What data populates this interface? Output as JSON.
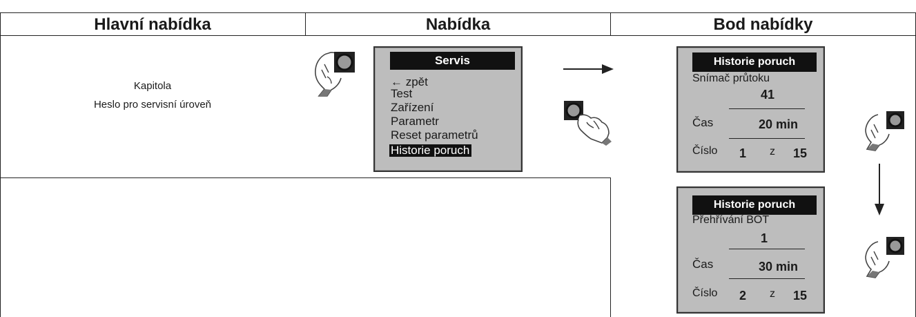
{
  "header": {
    "col1": "Hlavní nabídka",
    "col2": "Nabídka",
    "col3": "Bod nabídky"
  },
  "main_menu": {
    "line1": "Kapitola",
    "line2": "Heslo pro servisní úroveň"
  },
  "menu_display": {
    "title": "Servis",
    "items": [
      "← zpět",
      "Test",
      "Zařízení",
      "Parametr",
      "Reset parametrů",
      "Historie poruch"
    ],
    "selected_index": 5
  },
  "fault_displays": [
    {
      "title": "Historie poruch",
      "name": "Snímač průtoku",
      "code": "41",
      "time_label": "Čas",
      "time_value": "20 min",
      "number_label": "Číslo",
      "number_value": "1",
      "of_label": "z",
      "total": "15"
    },
    {
      "title": "Historie poruch",
      "name": "Přehřívání BOT",
      "code": "1",
      "time_label": "Čas",
      "time_value": "30 min",
      "number_label": "Číslo",
      "number_value": "2",
      "of_label": "z",
      "total": "15"
    }
  ],
  "icons": [
    "hand-knob-turn-icon",
    "arrow-right-icon",
    "hand-knob-press-icon",
    "arrow-down-icon"
  ]
}
